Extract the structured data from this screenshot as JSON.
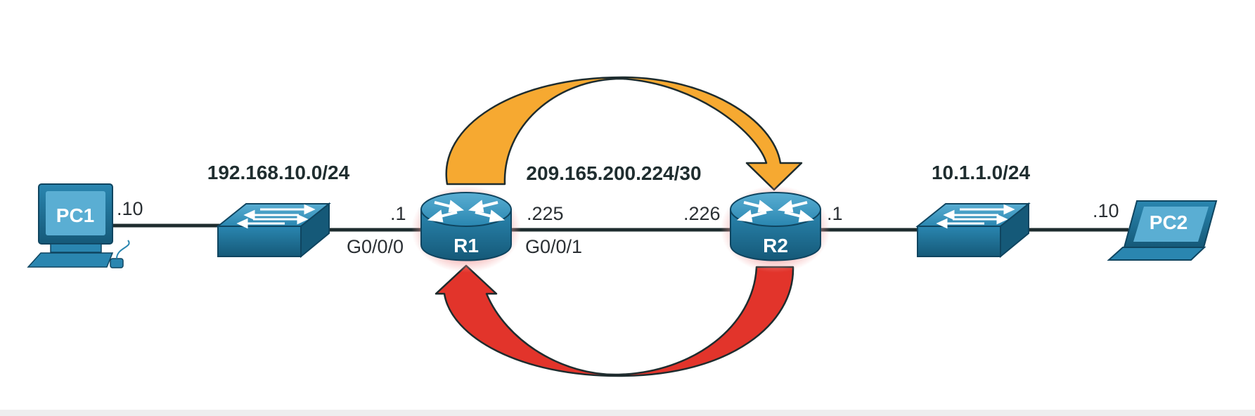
{
  "networks": {
    "lan1": "192.168.10.0/24",
    "wan": "209.165.200.224/30",
    "lan2": "10.1.1.0/24"
  },
  "devices": {
    "pc1": "PC1",
    "pc2": "PC2",
    "r1": "R1",
    "r2": "R2"
  },
  "interfaces": {
    "pc1_host": ".10",
    "r1_lan_host": ".1",
    "r1_lan_port": "G0/0/0",
    "r1_wan_host": ".225",
    "r1_wan_port": "G0/0/1",
    "r2_wan_host": ".226",
    "r2_lan_host": ".1",
    "pc2_host": ".10"
  },
  "colors": {
    "device_blue": "#1d6f95",
    "arrow_orange": "#f6a931",
    "arrow_red": "#e2342b",
    "link": "#1e2c2e",
    "router_glow": "#f3a0a0"
  }
}
